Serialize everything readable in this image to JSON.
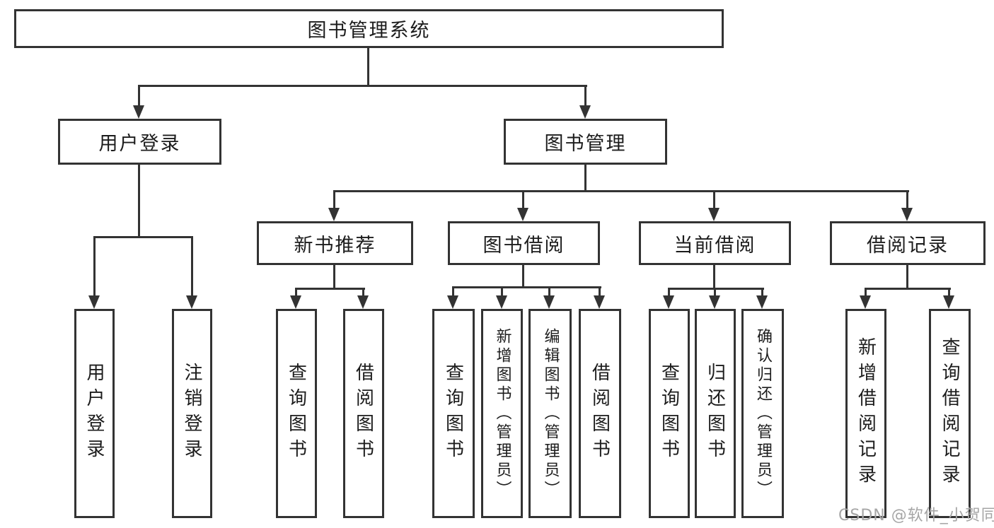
{
  "diagram": {
    "type": "hierarchy-tree",
    "root": {
      "label": "图书管理系统"
    },
    "level2": [
      {
        "label": "用户登录"
      },
      {
        "label": "图书管理"
      }
    ],
    "level3": [
      {
        "label": "新书推荐"
      },
      {
        "label": "图书借阅"
      },
      {
        "label": "当前借阅"
      },
      {
        "label": "借阅记录"
      }
    ],
    "level4": {
      "user_login": [
        "用户登录",
        "注销登录"
      ],
      "new_books": [
        "查询图书",
        "借阅图书"
      ],
      "book_borrow": [
        "查询图书",
        "新增图书（管理员）",
        "编辑图书（管理员）",
        "借阅图书"
      ],
      "current_borrow": [
        "查询图书",
        "归还图书",
        "确认归还（管理员）"
      ],
      "borrow_records": [
        "新增借阅记录",
        "查询借阅记录"
      ]
    },
    "colors": {
      "line": "#333333",
      "text": "#1c1c1c",
      "background": "#ffffff",
      "watermark": "#a6a6a6"
    }
  },
  "watermark": {
    "text": "CSDN @软件_小贺同学"
  }
}
